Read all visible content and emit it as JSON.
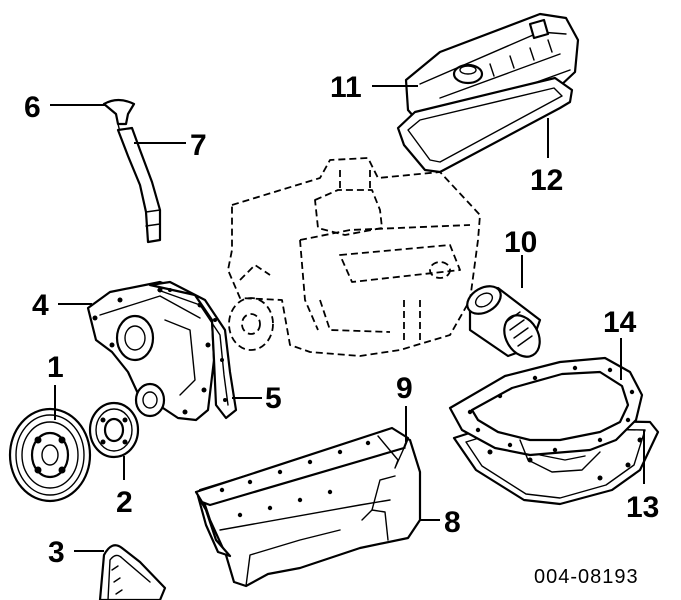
{
  "reference_number": "004-08193",
  "callouts": {
    "c1": "1",
    "c2": "2",
    "c3": "3",
    "c4": "4",
    "c5": "5",
    "c6": "6",
    "c7": "7",
    "c8": "8",
    "c9": "9",
    "c10": "10",
    "c11": "11",
    "c12": "12",
    "c13": "13",
    "c14": "14"
  }
}
